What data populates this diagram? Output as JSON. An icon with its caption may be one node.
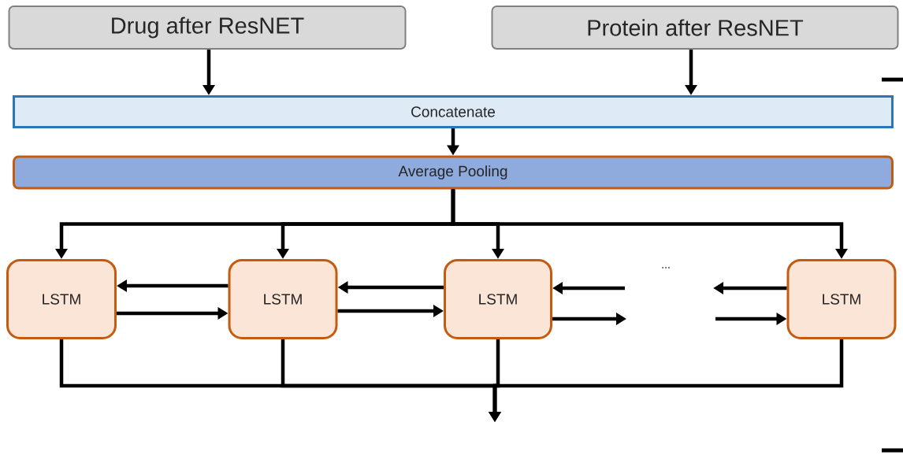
{
  "diagram": {
    "nodes": [
      {
        "text": [
          "Drug after ResNET"
        ]
      },
      {
        "text": [
          "Protein after ResNET"
        ]
      },
      {
        "text": [
          "Concatenate"
        ]
      },
      {
        "text": [
          "Average Pooling"
        ]
      },
      {
        "text": [
          "LSTM"
        ]
      },
      {
        "text": [
          "LSTM"
        ]
      },
      {
        "text": [
          "LSTM"
        ]
      },
      {
        "text": [
          "LSTM"
        ]
      }
    ],
    "edges": [
      {
        "from": 0,
        "to": 2,
        "arrow": "to"
      },
      {
        "from": 1,
        "to": 2,
        "arrow": "to"
      },
      {
        "from": 2,
        "to": 3,
        "arrow": "to"
      },
      {
        "from": 3,
        "to": 4,
        "arrow": "to"
      },
      {
        "from": 3,
        "to": 5,
        "arrow": "to"
      },
      {
        "from": 3,
        "to": 6,
        "arrow": "to"
      },
      {
        "from": 3,
        "to": 7,
        "arrow": "to"
      },
      {
        "from": 5,
        "to": 4,
        "arrow": "to"
      },
      {
        "from": 4,
        "to": 5,
        "arrow": "to"
      },
      {
        "from": 6,
        "to": 5,
        "arrow": "to"
      },
      {
        "from": 5,
        "to": 6,
        "arrow": "to"
      },
      {
        "from": null,
        "to": 6,
        "arrow": "to"
      },
      {
        "from": 6,
        "to": null,
        "arrow": "to"
      },
      {
        "from": 7,
        "to": null,
        "arrow": "to"
      },
      {
        "from": null,
        "to": 7,
        "arrow": "to"
      },
      {
        "from": 4,
        "to": null,
        "arrow": "to"
      },
      {
        "from": 5,
        "to": null,
        "arrow": "to"
      },
      {
        "from": 6,
        "to": null,
        "arrow": "to"
      },
      {
        "from": 7,
        "to": null,
        "arrow": "to"
      }
    ],
    "labels": [
      "..."
    ]
  }
}
